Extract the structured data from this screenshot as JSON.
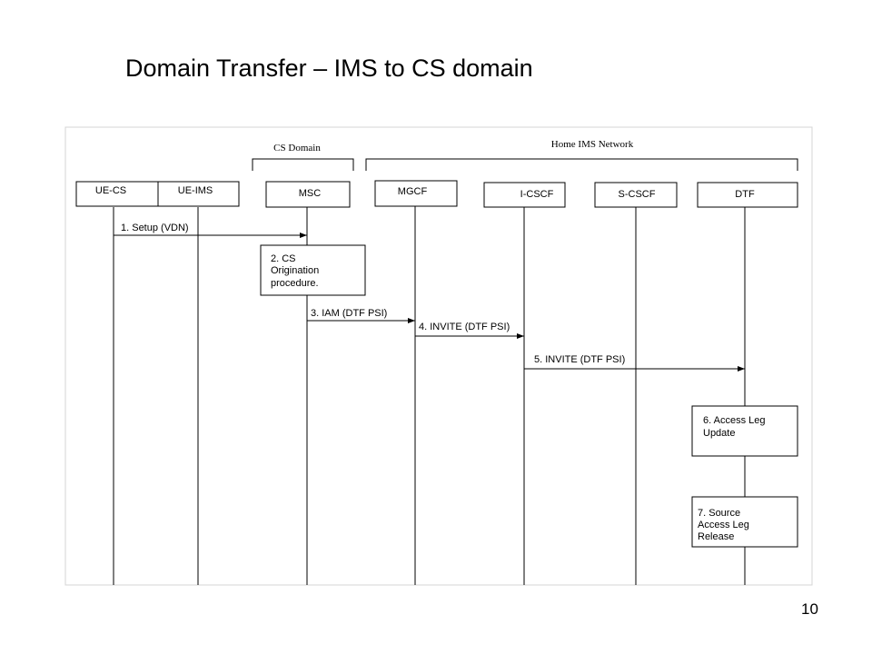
{
  "title": "Domain Transfer – IMS to CS domain",
  "page_number": "10",
  "domains": [
    {
      "label": "CS Domain"
    },
    {
      "label": "Home IMS Network"
    }
  ],
  "entities": [
    {
      "label": "UE-CS"
    },
    {
      "label": "UE-IMS"
    },
    {
      "label": "MSC"
    },
    {
      "label": "MGCF"
    },
    {
      "label": "I-CSCF"
    },
    {
      "label": "S-CSCF"
    },
    {
      "label": "DTF"
    }
  ],
  "messages": [
    {
      "label": "1. Setup (VDN)",
      "from": "UE-CS",
      "to": "MSC"
    },
    {
      "label": "3. IAM (DTF PSI)",
      "from": "MSC",
      "to": "MGCF"
    },
    {
      "label": "4. INVITE (DTF PSI)",
      "from": "MGCF",
      "to": "I-CSCF"
    },
    {
      "label": "5. INVITE (DTF PSI)",
      "from": "I-CSCF",
      "to": "DTF"
    }
  ],
  "procedures": [
    {
      "lines": [
        "2. CS",
        "Origination",
        "procedure."
      ],
      "at": "MSC"
    },
    {
      "lines": [
        "6. Access Leg",
        "Update"
      ],
      "at": "DTF"
    },
    {
      "lines": [
        "7. Source",
        "Access Leg",
        "Release"
      ],
      "at": "DTF"
    }
  ]
}
